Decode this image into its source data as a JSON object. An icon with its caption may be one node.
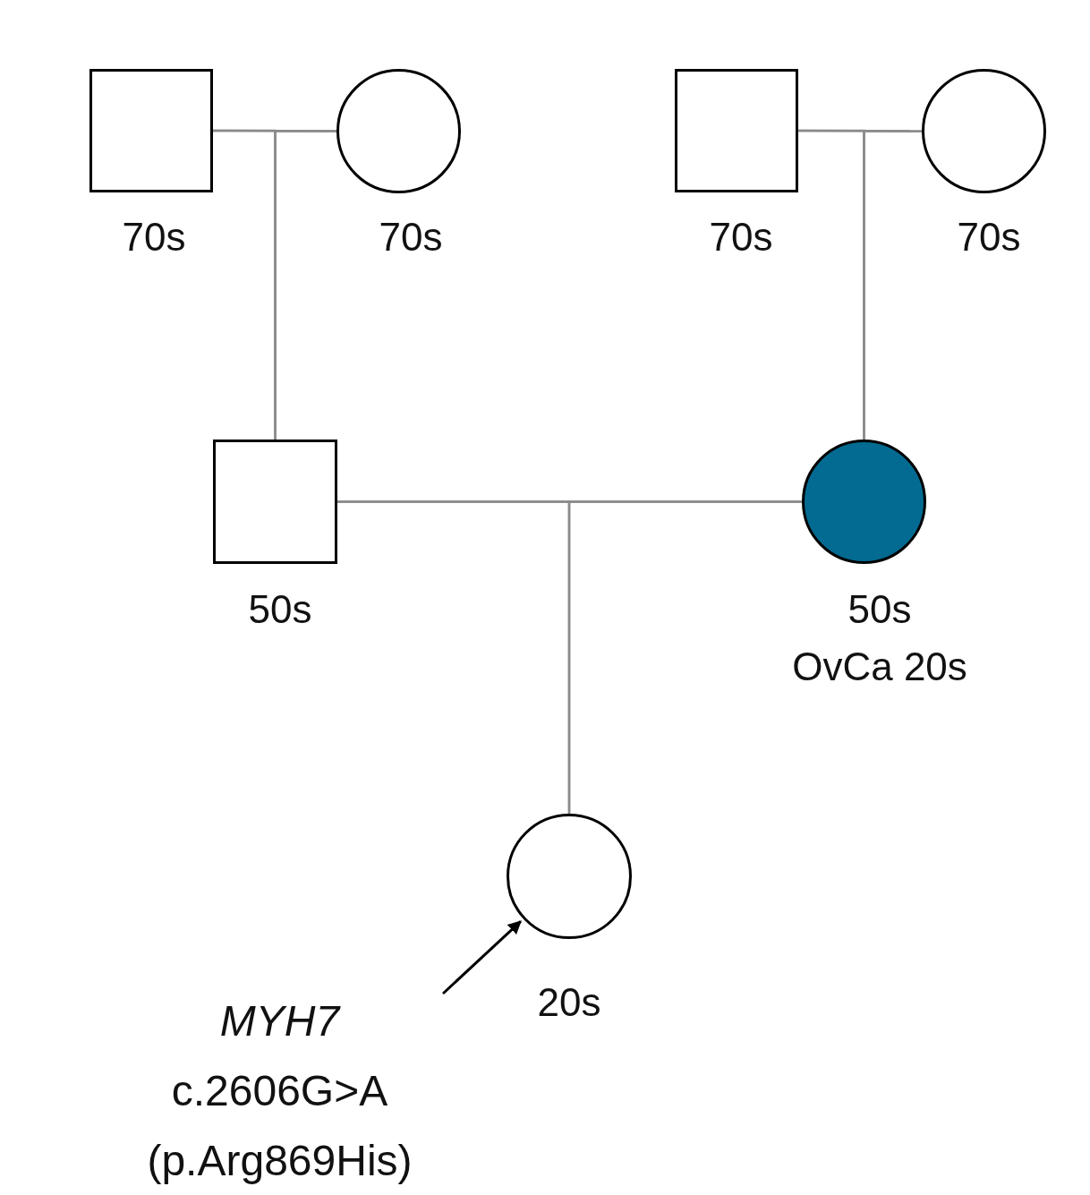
{
  "diagram": {
    "nodes": [
      {
        "text": [],
        "shape": "box",
        "beside": [
          "70s"
        ]
      },
      {
        "text": [],
        "shape": "circle",
        "beside": [
          "70s"
        ]
      },
      {
        "text": [],
        "shape": "box",
        "beside": [
          "70s"
        ]
      },
      {
        "text": [],
        "shape": "circle",
        "beside": [
          "70s"
        ]
      },
      {
        "text": [],
        "shape": "box",
        "beside": [
          "50s"
        ]
      },
      {
        "text": [],
        "shape": "disc",
        "beside": [
          "50s",
          "OvCa 20s"
        ]
      },
      {
        "text": [],
        "shape": "circle",
        "beside": [
          "20s"
        ]
      },
      {
        "text": [
          "MYH7",
          "c.2606G>A",
          "(p.Arg869His)"
        ]
      }
    ],
    "edges": [
      {
        "from": 0,
        "to": 1,
        "arrow": "none"
      },
      {
        "from": 2,
        "to": 3,
        "arrow": "none"
      },
      {
        "from": 0,
        "to": 4,
        "arrow": "none"
      },
      {
        "from": 1,
        "to": 4,
        "arrow": "none"
      },
      {
        "from": 2,
        "to": 5,
        "arrow": "none"
      },
      {
        "from": 3,
        "to": 5,
        "arrow": "none"
      },
      {
        "from": 4,
        "to": 5,
        "arrow": "none"
      },
      {
        "from": 4,
        "to": 6,
        "arrow": "none"
      },
      {
        "from": 5,
        "to": 6,
        "arrow": "none"
      },
      {
        "from": 7,
        "to": 6,
        "arrow": "to",
        "color": "#000000"
      }
    ]
  }
}
